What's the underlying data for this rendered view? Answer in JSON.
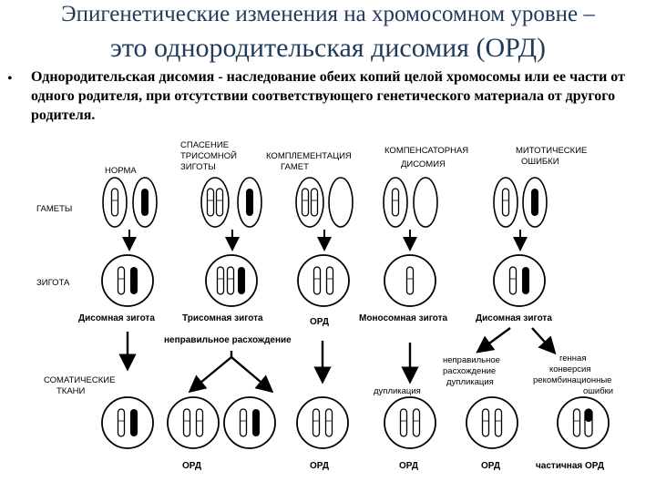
{
  "title": {
    "line1": "Эпигенетические изменения на хромосомном уровне –",
    "line2": "это однородительская дисомия (ОРД)"
  },
  "definition": "Однородительская дисомия - наследование обеих копий целой хромосомы или ее части от одного родителя, при отсутствии соответствующего генетического материала от другого родителя.",
  "diagram": {
    "row_labels": {
      "gametes": "ГАМЕТЫ",
      "zygote": "ЗИГОТА",
      "somatic_1": "СОМАТИЧЕСКИЕ",
      "somatic_2": "ТКАНИ"
    },
    "col_headers": {
      "norm": "НОРМА",
      "rescue_1": "СПАСЕНИЕ",
      "rescue_2": "ТРИСОМНОЙ",
      "rescue_3": "ЗИГОТЫ",
      "complement_1": "КОМПЛЕМЕНТАЦИЯ",
      "complement_2": "ГАМЕТ",
      "compensatory_1": "КОМПЕНСАТОРНАЯ",
      "compensatory_2": "ДИСОМИЯ",
      "mitotic_1": "МИТОТИЧЕСКИЕ",
      "mitotic_2": "ОШИБКИ"
    },
    "zygote_labels": {
      "disomic": "Дисомная зигота",
      "trisomic": "Трисомная зигота",
      "upd": "ОРД",
      "monosomic": "Моносомная зигота",
      "disomic_2": "Дисомная зигота"
    },
    "mid_labels": {
      "nondisjunction": "неправильное расхождение",
      "wrong_1": "неправильное",
      "wrong_2": "расхождение",
      "wrong_3": "дупликация",
      "gene_1": "генная",
      "gene_2": "конверсия",
      "gene_3": "рекомбинационные",
      "gene_4": "ошибки",
      "duplication": "дупликация"
    },
    "bottom_labels": {
      "b1": "ОРД",
      "b2": "ОРД",
      "b3": "ОРД",
      "b4": "ОРД",
      "b5": "частичная ОРД"
    }
  }
}
